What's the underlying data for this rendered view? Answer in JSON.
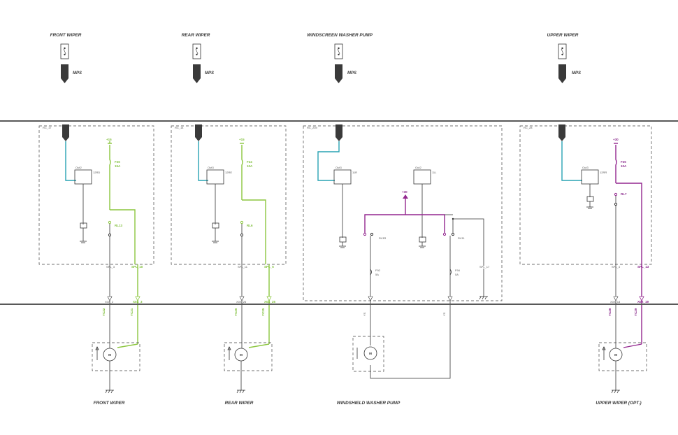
{
  "switches": [
    {
      "title": "FRONT WIPER",
      "mps": "MPS"
    },
    {
      "title": "REAR WIPER",
      "mps": "MPS"
    },
    {
      "title": "WINDSCREEN WASHER PUMP",
      "mps": "MPS"
    },
    {
      "title": "UPPER WIPER",
      "mps": "MPS"
    }
  ],
  "modules": [
    {
      "id": "RC_17",
      "out": "Out2",
      "relay_code": "12RD",
      "supply": "+15",
      "fuse": "F26",
      "fuse_rating": "15A",
      "relay": "RL13",
      "splice_black": "SPL_3",
      "splice_green": "SPL_10",
      "conn_black": "X0X_2",
      "conn_green": "X0X_3",
      "harness": "YC22",
      "harness_color": "YC21"
    },
    {
      "id": "RC_14",
      "out": "Out3",
      "relay_code": "12RE",
      "supply": "+15",
      "fuse": "F24",
      "fuse_rating": "10A",
      "relay": "RL6",
      "splice_black": "SPL_11",
      "splice_green": "SPL_5",
      "conn_black": "X0X_26",
      "conn_green": "X0X_25",
      "harness": "YC26",
      "harness_color": "YC25"
    },
    {
      "id": "RC_239",
      "out": "Out3",
      "out2": "Out2",
      "relay_code": "11R",
      "relay_code2": "11L",
      "supply": "+30",
      "relay": "RL3R",
      "relay2": "RL31",
      "fuse": "F92",
      "fuse_rating": "5A",
      "fuse2": "F94",
      "fuse2_rating": "5A",
      "splice": "SPL_17",
      "harness": "YS",
      "harness2": "YS"
    },
    {
      "id": "RC_28",
      "out": "Out3",
      "relay_code": "12RR",
      "supply": "+30",
      "fuse": "F25",
      "fuse_rating": "10A",
      "relay": "RL7",
      "splice_black": "SPL_4",
      "splice_purple": "SPL_13",
      "conn_black": "X0X_18",
      "conn_purple": "X0X_19",
      "harness": "YC28",
      "harness_color": "YC29"
    }
  ],
  "motors": [
    {
      "title": "FRONT WIPER",
      "symbol": "M"
    },
    {
      "title": "REAR WIPER",
      "symbol": "M"
    },
    {
      "title": "WINDSHIELD WASHER PUMP",
      "symbol": "M"
    },
    {
      "title": "UPPER WIPER (OPT.)",
      "symbol": "M"
    }
  ]
}
